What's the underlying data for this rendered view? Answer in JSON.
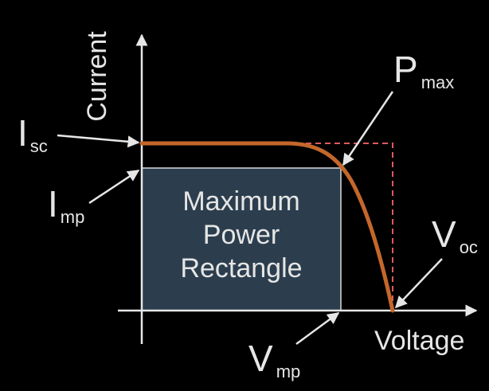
{
  "diagram": {
    "axes": {
      "y_label": "Current",
      "x_label": "Voltage"
    },
    "labels": {
      "isc": {
        "main": "I",
        "sub": "sc"
      },
      "imp": {
        "main": "I",
        "sub": "mp"
      },
      "pmax": {
        "main": "P",
        "sub": "max"
      },
      "voc": {
        "main": "V",
        "sub": "oc"
      },
      "vmp": {
        "main": "V",
        "sub": "mp"
      }
    },
    "rectangle": {
      "line1": "Maximum",
      "line2": "Power",
      "line3": "Rectangle"
    },
    "colors": {
      "background": "#000000",
      "axis": "#e6e6e6",
      "curve": "#c4672b",
      "dashed_box": "#e05a5a",
      "rectangle_fill": "#2c3e4e",
      "text": "#e6e6e6"
    }
  }
}
